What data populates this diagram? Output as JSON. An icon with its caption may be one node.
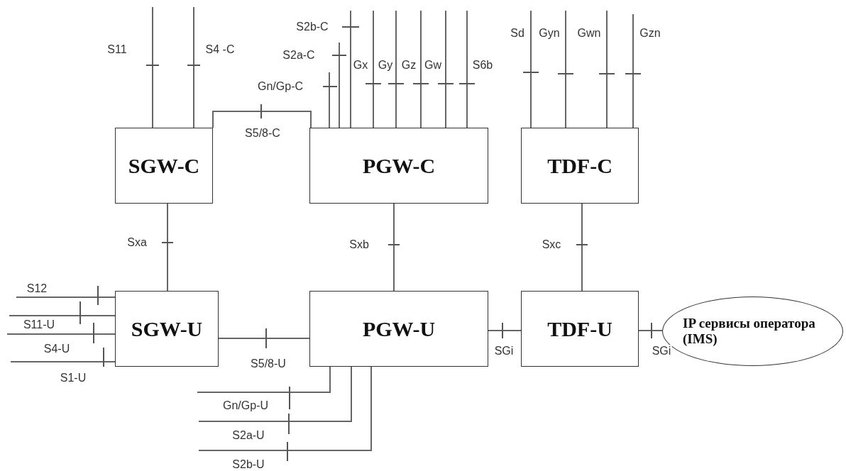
{
  "diagram": {
    "nodes": [
      {
        "text": [
          "SGW-C"
        ]
      },
      {
        "text": [
          "PGW-C"
        ]
      },
      {
        "text": [
          "TDF-C"
        ]
      },
      {
        "text": [
          "SGW-U"
        ]
      },
      {
        "text": [
          "PGW-U"
        ]
      },
      {
        "text": [
          "TDF-U"
        ]
      },
      {
        "text": [
          "IP сервисы оператора (IMS)"
        ]
      }
    ],
    "edges": [
      {
        "from": 0,
        "to": 1,
        "arrow": "none",
        "label": "S5/8-C"
      },
      {
        "from": 0,
        "to": 3,
        "arrow": "none",
        "label": "Sxa"
      },
      {
        "from": 1,
        "to": 4,
        "arrow": "none",
        "label": "Sxb"
      },
      {
        "from": 2,
        "to": 5,
        "arrow": "none",
        "label": "Sxc"
      },
      {
        "from": 3,
        "to": 4,
        "arrow": "none",
        "label": "S5/8-U"
      },
      {
        "from": 4,
        "to": 5,
        "arrow": "none",
        "label": "SGi"
      },
      {
        "from": 5,
        "to": 6,
        "arrow": "none",
        "label": "SGi"
      },
      {
        "from": null,
        "to": 0,
        "arrow": "none",
        "label": "S11"
      },
      {
        "from": null,
        "to": 0,
        "arrow": "none",
        "label": "S4 -C"
      },
      {
        "from": null,
        "to": 1,
        "arrow": "none",
        "label": "S2b-C"
      },
      {
        "from": null,
        "to": 1,
        "arrow": "none",
        "label": "S2a-C"
      },
      {
        "from": null,
        "to": 1,
        "arrow": "none",
        "label": "Gn/Gp-C"
      },
      {
        "from": null,
        "to": 1,
        "arrow": "none",
        "label": "Gx"
      },
      {
        "from": null,
        "to": 1,
        "arrow": "none",
        "label": "Gy"
      },
      {
        "from": null,
        "to": 1,
        "arrow": "none",
        "label": "Gz"
      },
      {
        "from": null,
        "to": 1,
        "arrow": "none",
        "label": "Gw"
      },
      {
        "from": null,
        "to": 1,
        "arrow": "none",
        "label": "S6b"
      },
      {
        "from": null,
        "to": 2,
        "arrow": "none",
        "label": "Sd"
      },
      {
        "from": null,
        "to": 2,
        "arrow": "none",
        "label": "Gyn"
      },
      {
        "from": null,
        "to": 2,
        "arrow": "none",
        "label": "Gwn"
      },
      {
        "from": null,
        "to": 2,
        "arrow": "none",
        "label": "Gzn"
      },
      {
        "from": null,
        "to": 3,
        "arrow": "none",
        "label": "S12"
      },
      {
        "from": null,
        "to": 3,
        "arrow": "none",
        "label": "S11-U"
      },
      {
        "from": null,
        "to": 3,
        "arrow": "none",
        "label": "S4-U"
      },
      {
        "from": null,
        "to": 3,
        "arrow": "none",
        "label": "S1-U"
      },
      {
        "from": null,
        "to": 4,
        "arrow": "none",
        "label": "Gn/Gp-U"
      },
      {
        "from": null,
        "to": 4,
        "arrow": "none",
        "label": "S2a-U"
      },
      {
        "from": null,
        "to": 4,
        "arrow": "none",
        "label": "S2b-U"
      }
    ]
  }
}
